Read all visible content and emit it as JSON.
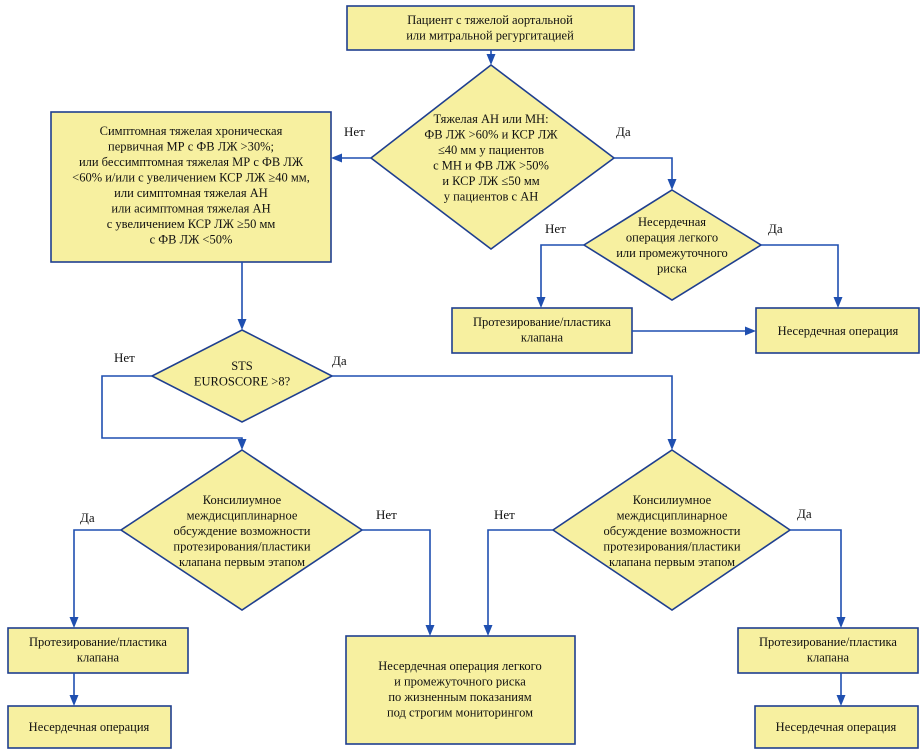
{
  "nodes": {
    "start": [
      "Пациент с тяжелой аортальной",
      "или митральной регургитацией"
    ],
    "q1": [
      "Тяжелая АН или МН:",
      "ФВ ЛЖ >60% и КСР ЛЖ",
      "≤40 мм у пациентов",
      "с МН и ФВ ЛЖ >50%",
      "и КСР ЛЖ ≤50 мм",
      "у пациентов с АН"
    ],
    "left_box": [
      "Симптомная тяжелая хроническая",
      "первичная МР с ФВ ЛЖ >30%;",
      "или бессимптомная тяжелая МР с ФВ ЛЖ",
      "<60% и/или с увеличением КСР ЛЖ ≥40 мм,",
      "или симптомная тяжелая АН",
      "или асимптомная тяжелая АН",
      "с увеличением КСР ЛЖ ≥50 мм",
      "с ФВ ЛЖ <50%"
    ],
    "q2": [
      "Несердечная",
      "операция легкого",
      "или промежуточного",
      "риска"
    ],
    "valve_top": [
      "Протезирование/пластика",
      "клапана"
    ],
    "noncardiac_top": [
      "Несердечная операция"
    ],
    "q3": [
      "STS",
      "EUROSCORE >8?"
    ],
    "q4": [
      "Консилиумное",
      "междисциплинарное",
      "обсуждение возможности",
      "протезирования/пластики",
      "клапана первым этапом"
    ],
    "q5": [
      "Консилиумное",
      "междисциплинарное",
      "обсуждение возможности",
      "протезирования/пластики",
      "клапана первым этапом"
    ],
    "valve_left": [
      "Протезирование/пластика",
      "клапана"
    ],
    "noncardiac_left": [
      "Несердечная операция"
    ],
    "center_box": [
      "Несердечная операция легкого",
      "и промежуточного риска",
      "по жизненным показаниям",
      "под строгим мониторингом"
    ],
    "valve_right": [
      "Протезирование/пластика",
      "клапана"
    ],
    "noncardiac_right": [
      "Несердечная операция"
    ]
  },
  "edge_labels": {
    "q1_no": "Нет",
    "q1_yes": "Да",
    "q2_no": "Нет",
    "q2_yes": "Да",
    "q3_no": "Нет",
    "q3_yes": "Да",
    "q4_yes": "Да",
    "q4_no": "Нет",
    "q5_no": "Нет",
    "q5_yes": "Да"
  },
  "colors": {
    "fill": "#f7f0a0",
    "border": "#1f3f8f",
    "arrow": "#1f4fb0"
  }
}
